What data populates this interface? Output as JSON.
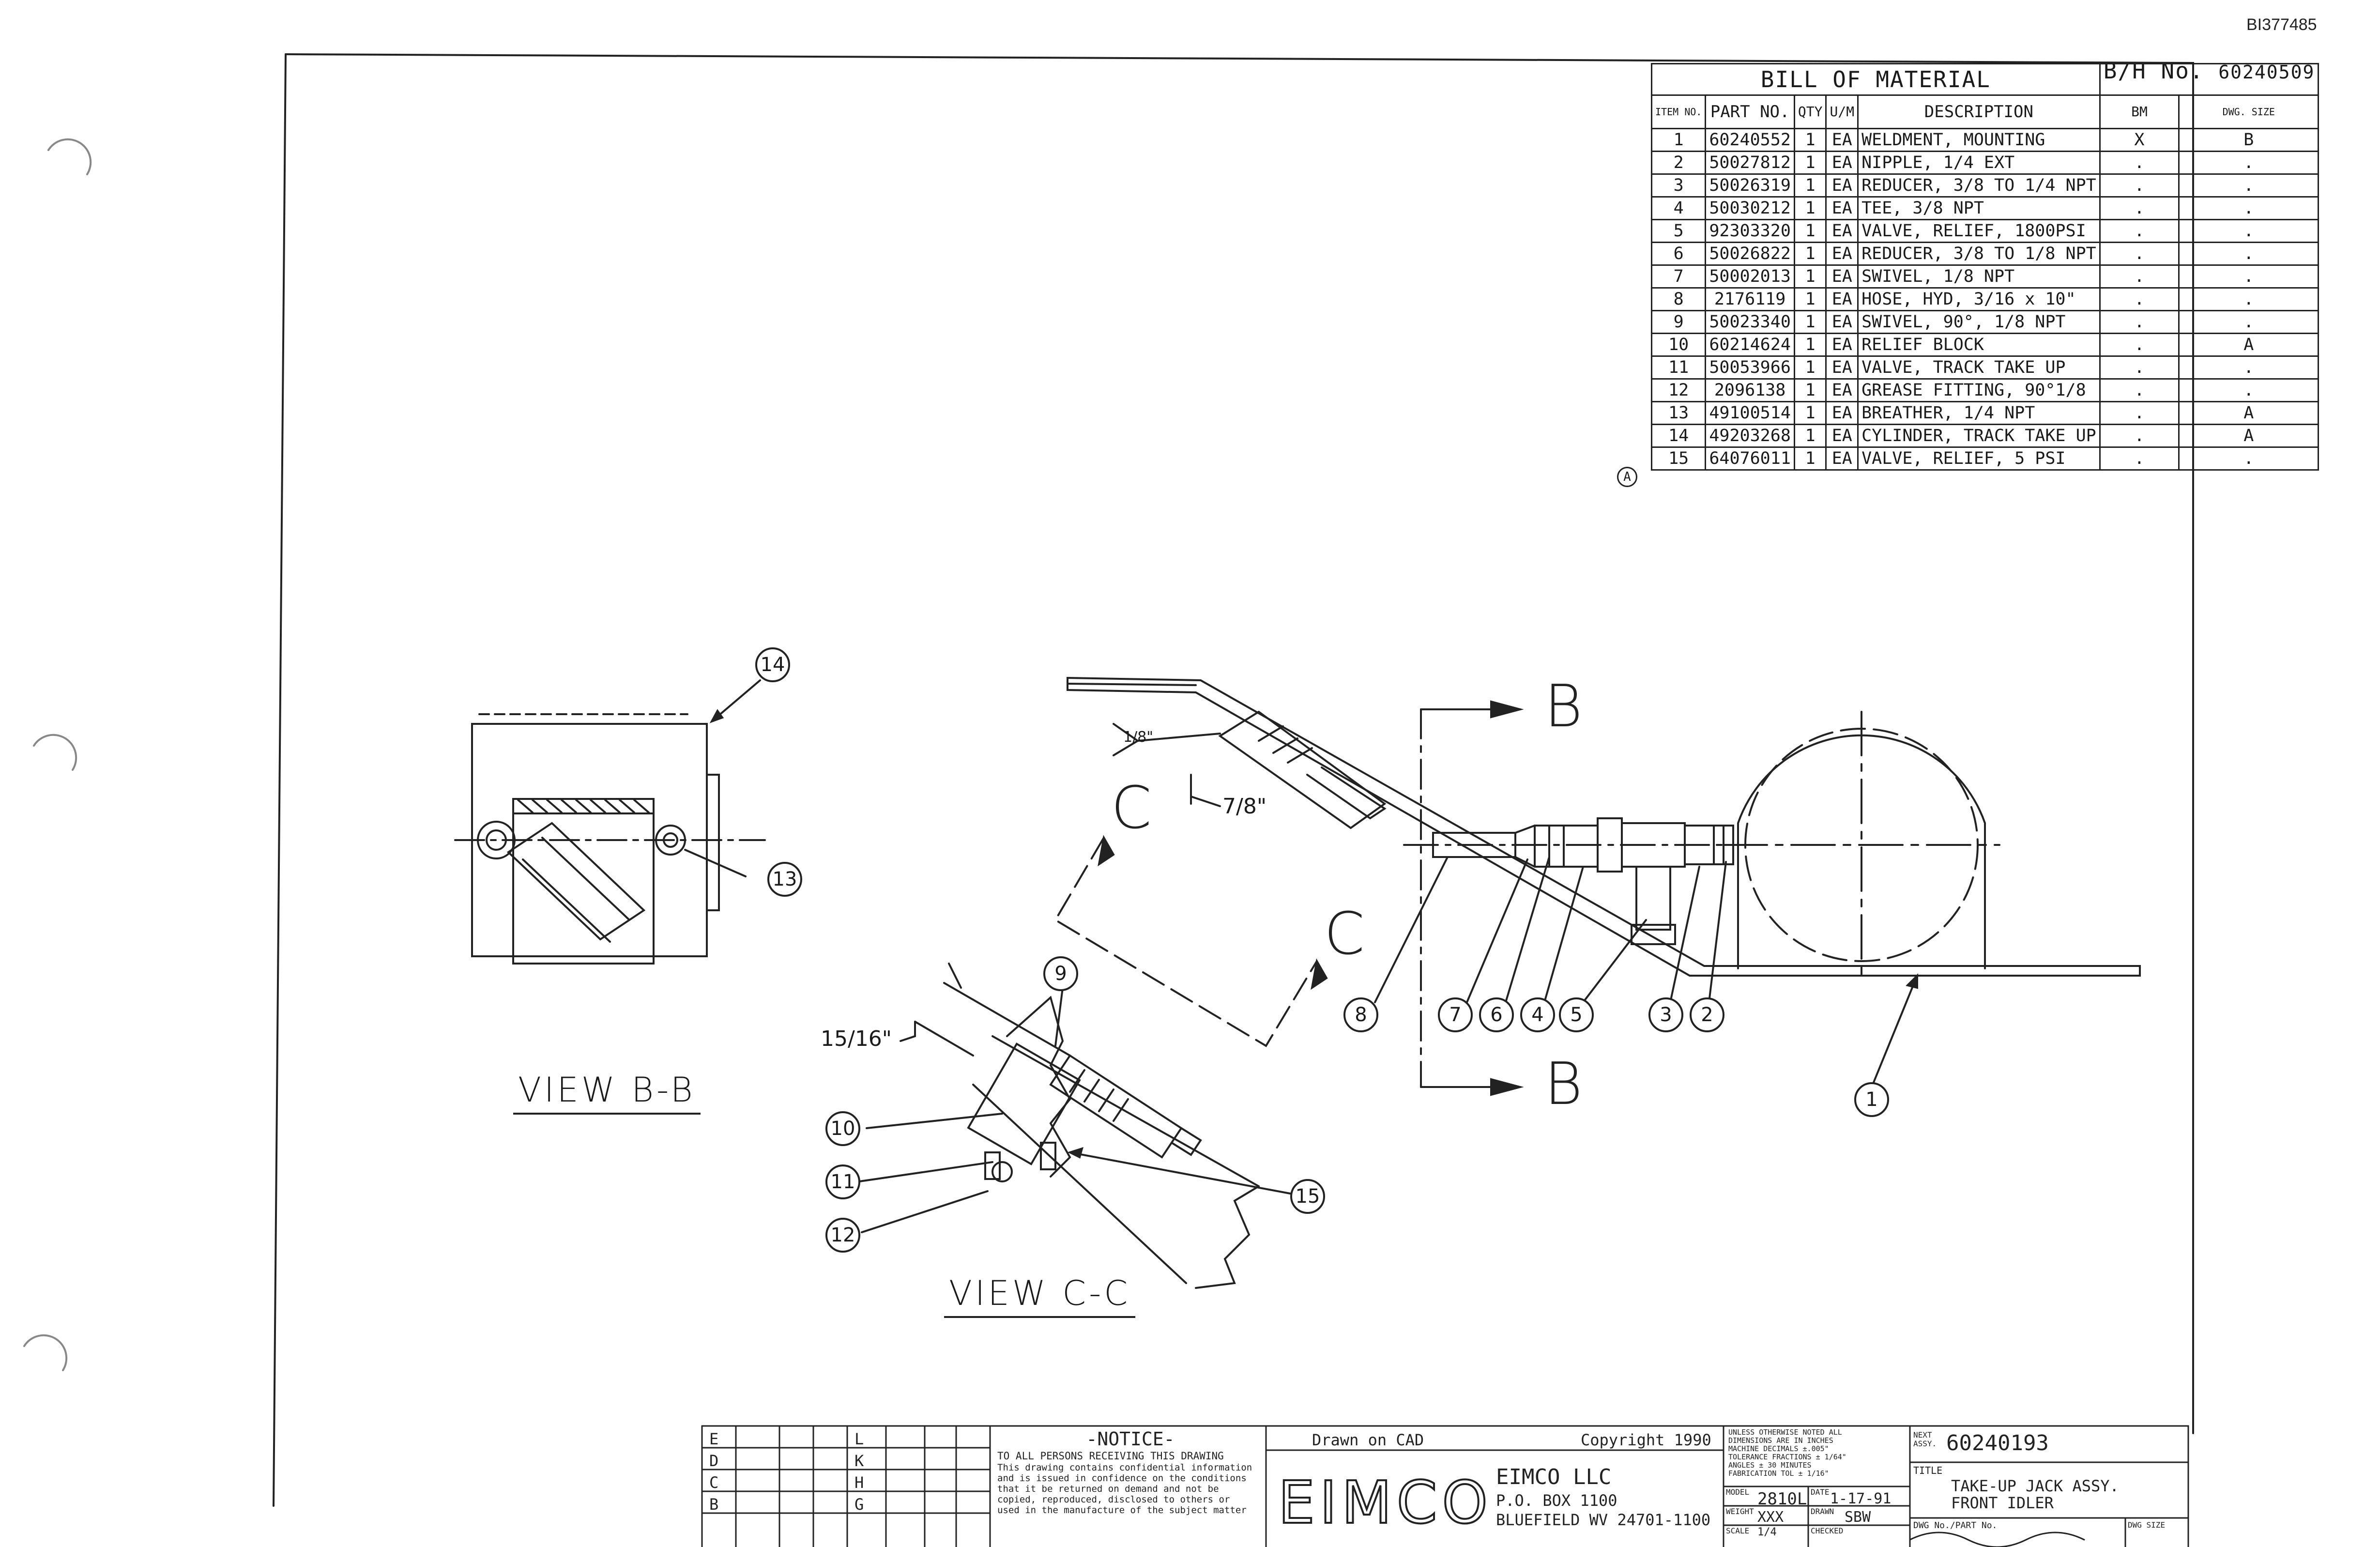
{
  "doc_id": "BI377485",
  "bom": {
    "title": "BILL OF MATERIAL",
    "bh_label": "B/H No.",
    "bh_number": "60240509",
    "headers": [
      "ITEM NO.",
      "PART NO.",
      "QTY",
      "U/M",
      "DESCRIPTION",
      "BM",
      "DWG. SIZE"
    ],
    "rows": [
      {
        "item": "1",
        "part": "60240552",
        "qty": "1",
        "um": "EA",
        "desc": "WELDMENT, MOUNTING",
        "bm": "X",
        "size": "B"
      },
      {
        "item": "2",
        "part": "50027812",
        "qty": "1",
        "um": "EA",
        "desc": "NIPPLE, 1/4 EXT",
        "bm": ".",
        "size": "."
      },
      {
        "item": "3",
        "part": "50026319",
        "qty": "1",
        "um": "EA",
        "desc": "REDUCER, 3/8 TO 1/4 NPT",
        "bm": ".",
        "size": "."
      },
      {
        "item": "4",
        "part": "50030212",
        "qty": "1",
        "um": "EA",
        "desc": "TEE, 3/8 NPT",
        "bm": ".",
        "size": "."
      },
      {
        "item": "5",
        "part": "92303320",
        "qty": "1",
        "um": "EA",
        "desc": "VALVE, RELIEF, 1800PSI",
        "bm": ".",
        "size": "."
      },
      {
        "item": "6",
        "part": "50026822",
        "qty": "1",
        "um": "EA",
        "desc": "REDUCER, 3/8 TO 1/8 NPT",
        "bm": ".",
        "size": "."
      },
      {
        "item": "7",
        "part": "50002013",
        "qty": "1",
        "um": "EA",
        "desc": "SWIVEL, 1/8 NPT",
        "bm": ".",
        "size": "."
      },
      {
        "item": "8",
        "part": "2176119",
        "qty": "1",
        "um": "EA",
        "desc": "HOSE, HYD, 3/16 x 10\"",
        "bm": ".",
        "size": "."
      },
      {
        "item": "9",
        "part": "50023340",
        "qty": "1",
        "um": "EA",
        "desc": "SWIVEL, 90°, 1/8 NPT",
        "bm": ".",
        "size": "."
      },
      {
        "item": "10",
        "part": "60214624",
        "qty": "1",
        "um": "EA",
        "desc": "RELIEF BLOCK",
        "bm": ".",
        "size": "A"
      },
      {
        "item": "11",
        "part": "50053966",
        "qty": "1",
        "um": "EA",
        "desc": "VALVE, TRACK TAKE UP",
        "bm": ".",
        "size": "."
      },
      {
        "item": "12",
        "part": "2096138",
        "qty": "1",
        "um": "EA",
        "desc": "GREASE FITTING, 90°1/8",
        "bm": ".",
        "size": "."
      },
      {
        "item": "13",
        "part": "49100514",
        "qty": "1",
        "um": "EA",
        "desc": "BREATHER, 1/4 NPT",
        "bm": ".",
        "size": "A"
      },
      {
        "item": "14",
        "part": "49203268",
        "qty": "1",
        "um": "EA",
        "desc": "CYLINDER, TRACK TAKE UP",
        "bm": ".",
        "size": "A"
      },
      {
        "item": "15",
        "part": "64076011",
        "qty": "1",
        "um": "EA",
        "desc": "VALVE, RELIEF, 5 PSI",
        "bm": ".",
        "size": "."
      }
    ],
    "revision_mark": "A"
  },
  "views": {
    "bb_label": "VIEW B-B",
    "cc_label": "VIEW C-C",
    "section_b": "B",
    "section_c": "C",
    "dim_1_8": "1/8\"",
    "dim_7_8": "7/8\"",
    "dim_15_16": "15/16\""
  },
  "balloons": {
    "b14": "14",
    "b13": "13",
    "b9": "9",
    "b10": "10",
    "b11": "11",
    "b12": "12",
    "b15": "15",
    "b8": "8",
    "b7": "7",
    "b6": "6",
    "b4": "4",
    "b5": "5",
    "b3": "3",
    "b2": "2",
    "b1": "1"
  },
  "title_block": {
    "rev_letters": [
      "E",
      "D",
      "C",
      "B",
      "L",
      "K",
      "H",
      "G"
    ],
    "notice_title": "-NOTICE-",
    "notice_lines": [
      "TO ALL PERSONS RECEIVING THIS DRAWING",
      "This drawing contains confidential information",
      "and is issued in confidence on the conditions",
      "that it be returned on demand and not be",
      "copied, reproduced, disclosed to others or",
      "used in the manufacture of the subject matter"
    ],
    "drawn_on": "Drawn on CAD",
    "copyright": "Copyright 1990",
    "logo": "EIMCO",
    "company": "EIMCO LLC",
    "po_box": "P.O. BOX 1100",
    "city": "BLUEFIELD WV 24701-1100",
    "tolerance_lines": [
      "UNLESS OTHERWISE NOTED ALL",
      "DIMENSIONS ARE IN INCHES",
      "MACHINE  DECIMALS ±.005\"",
      "TOLERANCE  FRACTIONS ± 1/64\"",
      "ANGLES ± 30 MINUTES",
      "FABRICATION TOL ± 1/16\""
    ],
    "model_label": "MODEL",
    "model": "2810L",
    "date_label": "DATE",
    "date": "1-17-91",
    "weight_label": "WEIGHT",
    "weight": "XXX",
    "drawn_label": "DRAWN",
    "drawn": "SBW",
    "scale_label": "SCALE",
    "scale": "1/4",
    "checked_label": "CHECKED",
    "next_assy_label": "NEXT ASSY.",
    "next_assy": "60240193",
    "title_label": "TITLE",
    "title_line1": "TAKE-UP JACK ASSY.",
    "title_line2": "FRONT IDLER",
    "dwg_no_label": "DWG No./PART No.",
    "dwg_size_label": "DWG SIZE"
  }
}
